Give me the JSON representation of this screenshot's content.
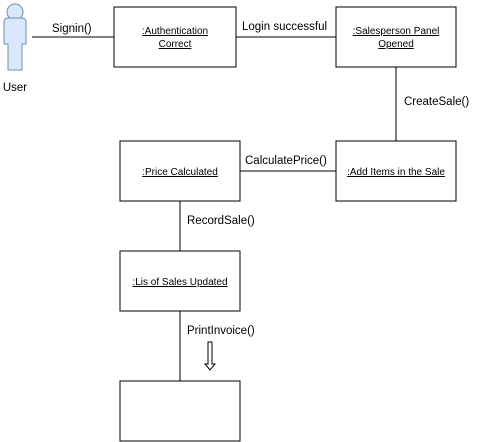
{
  "actor": {
    "label": "User",
    "icon": "user-actor-icon"
  },
  "objects": [
    {
      "id": "auth",
      "lines": [
        ":Authentication",
        "Correct"
      ]
    },
    {
      "id": "panel",
      "lines": [
        ":Salesperson Panel",
        "Opened"
      ]
    },
    {
      "id": "additems",
      "lines": [
        ":Add Items in the Sale"
      ]
    },
    {
      "id": "price",
      "lines": [
        ":Price Calculated"
      ]
    },
    {
      "id": "sales",
      "lines": [
        ":Lis of Sales Updated"
      ]
    },
    {
      "id": "blank",
      "lines": []
    }
  ],
  "messages": [
    {
      "id": "signin",
      "label": "Signin()"
    },
    {
      "id": "login",
      "label": "Login successful"
    },
    {
      "id": "createsale",
      "label": "CreateSale()"
    },
    {
      "id": "calcprice",
      "label": "CalculatePrice()"
    },
    {
      "id": "recordsale",
      "label": "RecordSale()"
    },
    {
      "id": "printinvoice",
      "label": "PrintInvoice()"
    }
  ],
  "colors": {
    "actor_fill": "#dae8fc",
    "actor_stroke": "#6c8ebf",
    "line": "#000000"
  }
}
